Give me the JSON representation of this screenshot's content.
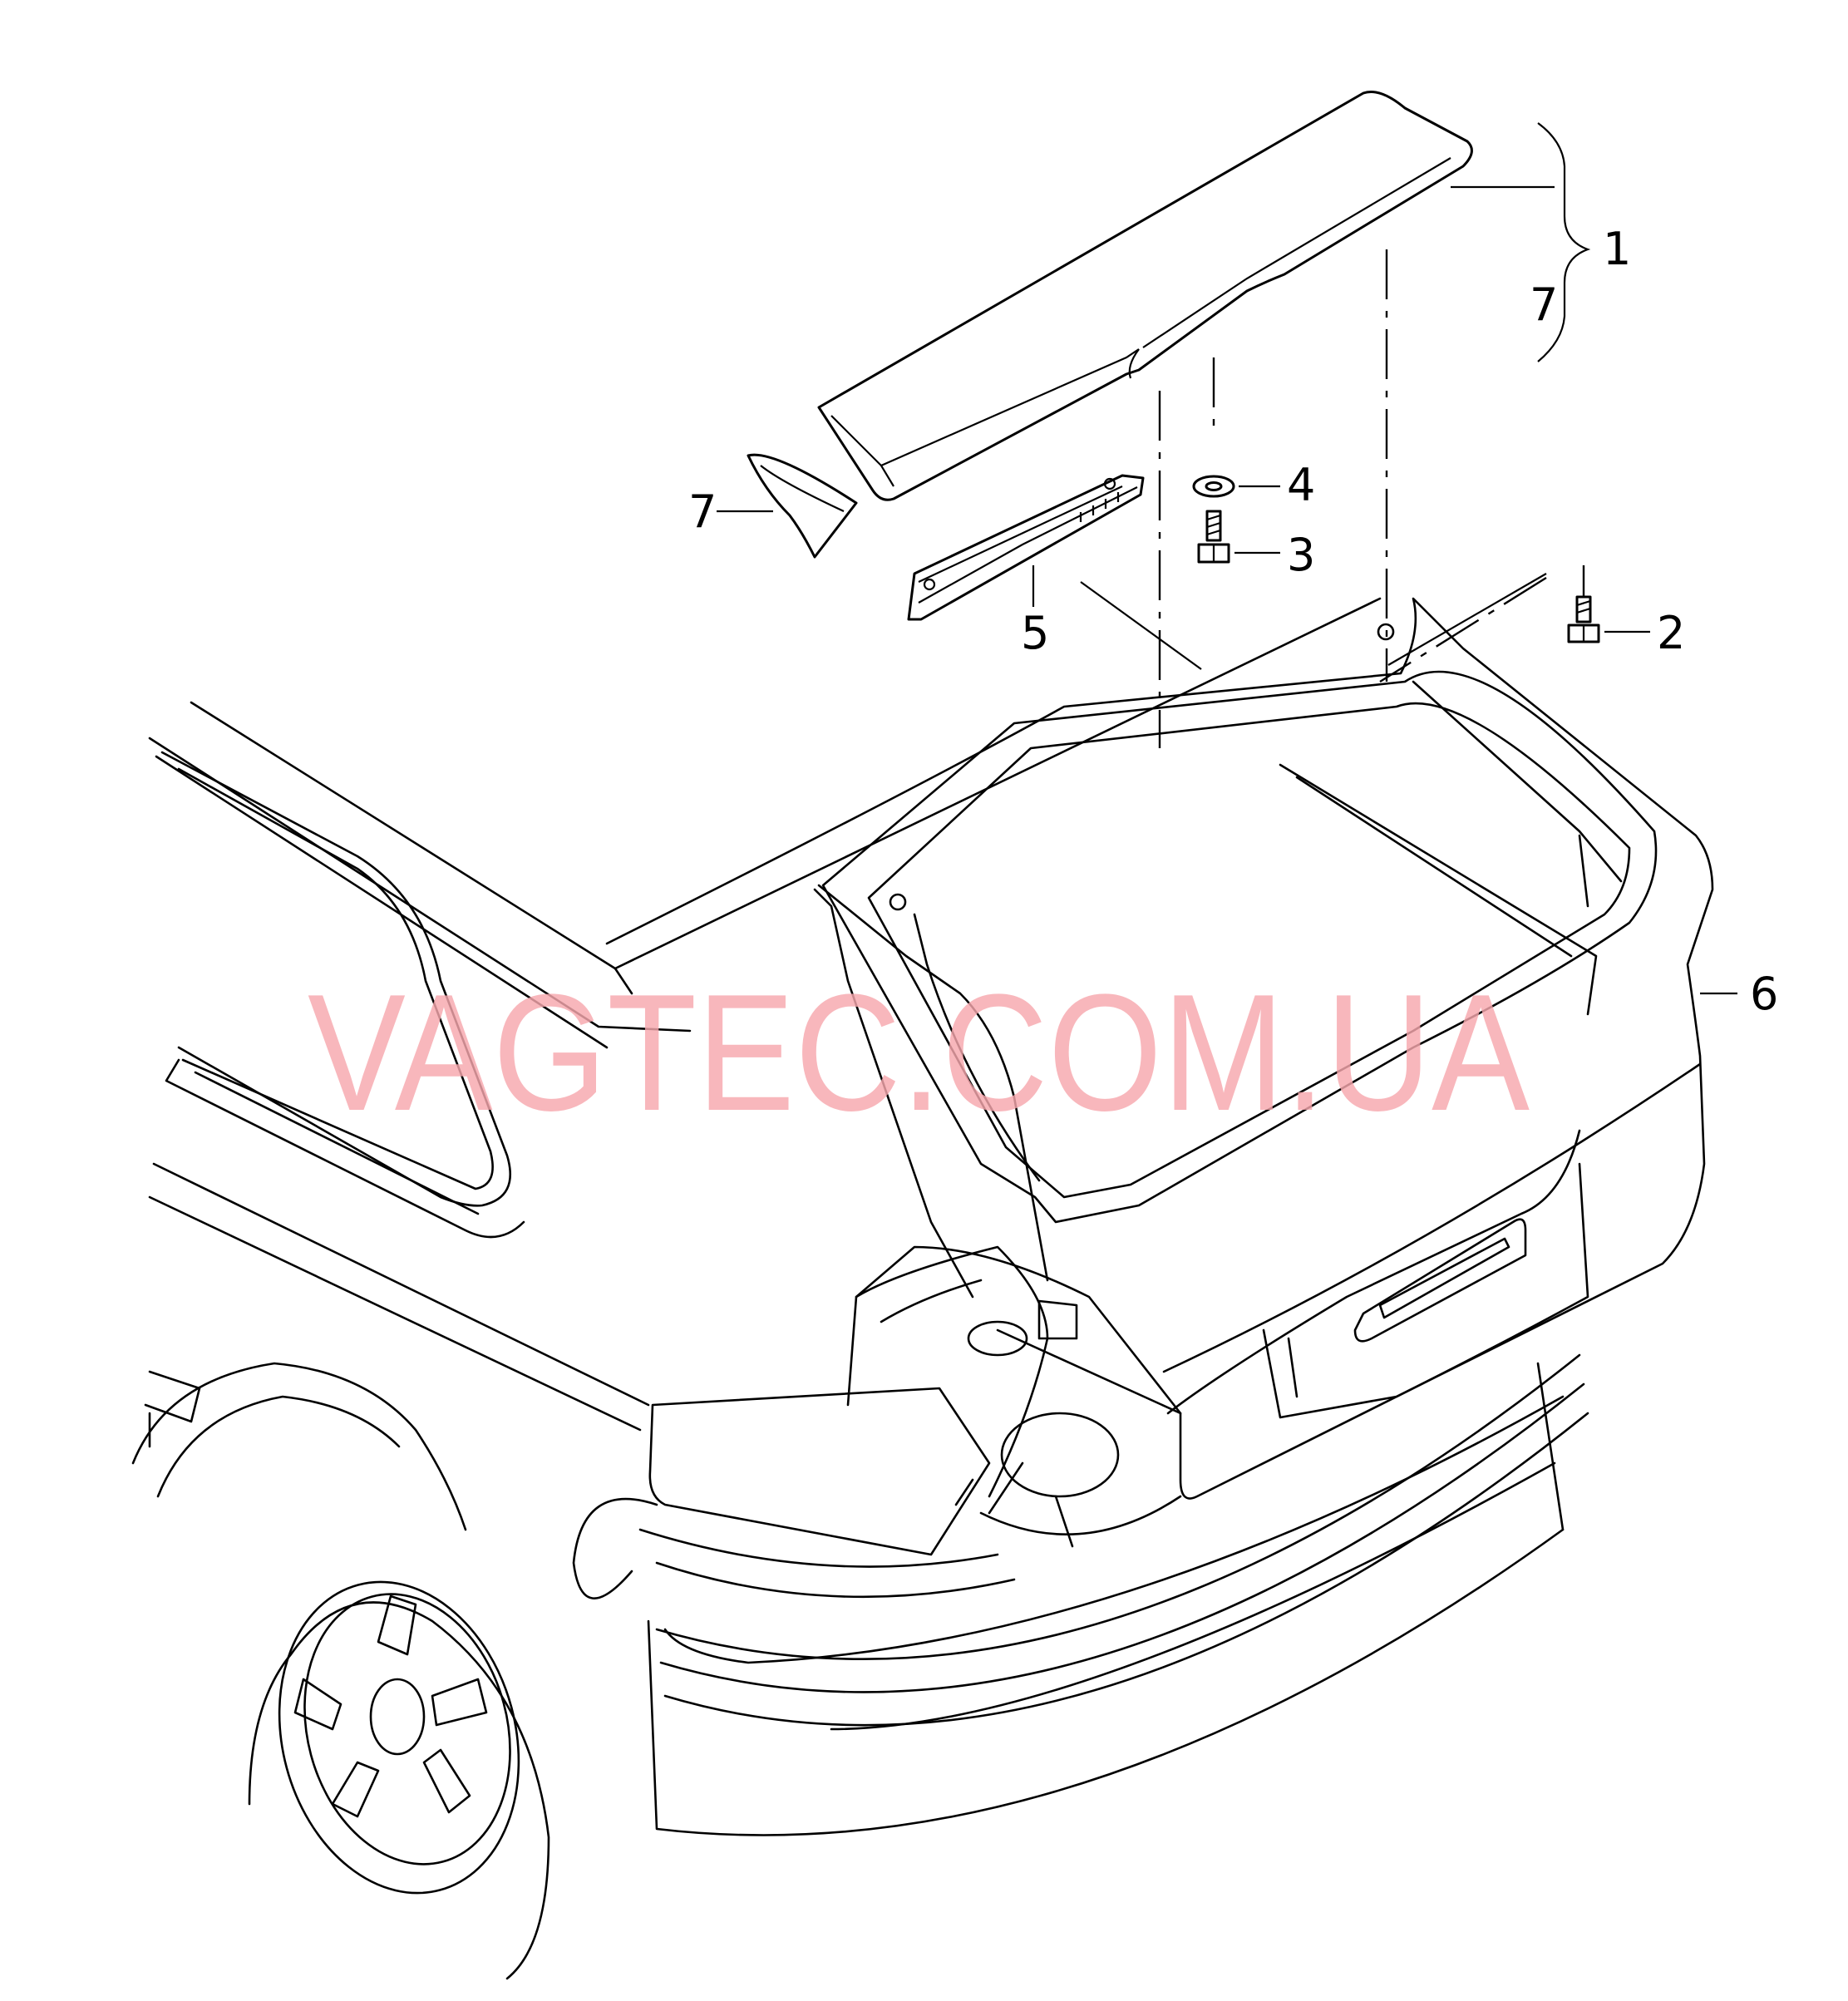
{
  "watermark": "VAGTEC.COM.UA",
  "callouts": [
    {
      "id": "c1",
      "text": "1"
    },
    {
      "id": "c7a",
      "text": "7"
    },
    {
      "id": "c4",
      "text": "4"
    },
    {
      "id": "c3",
      "text": "3"
    },
    {
      "id": "c2",
      "text": "2"
    },
    {
      "id": "c7b",
      "text": "7"
    },
    {
      "id": "c5",
      "text": "5"
    },
    {
      "id": "c6",
      "text": "6"
    }
  ]
}
